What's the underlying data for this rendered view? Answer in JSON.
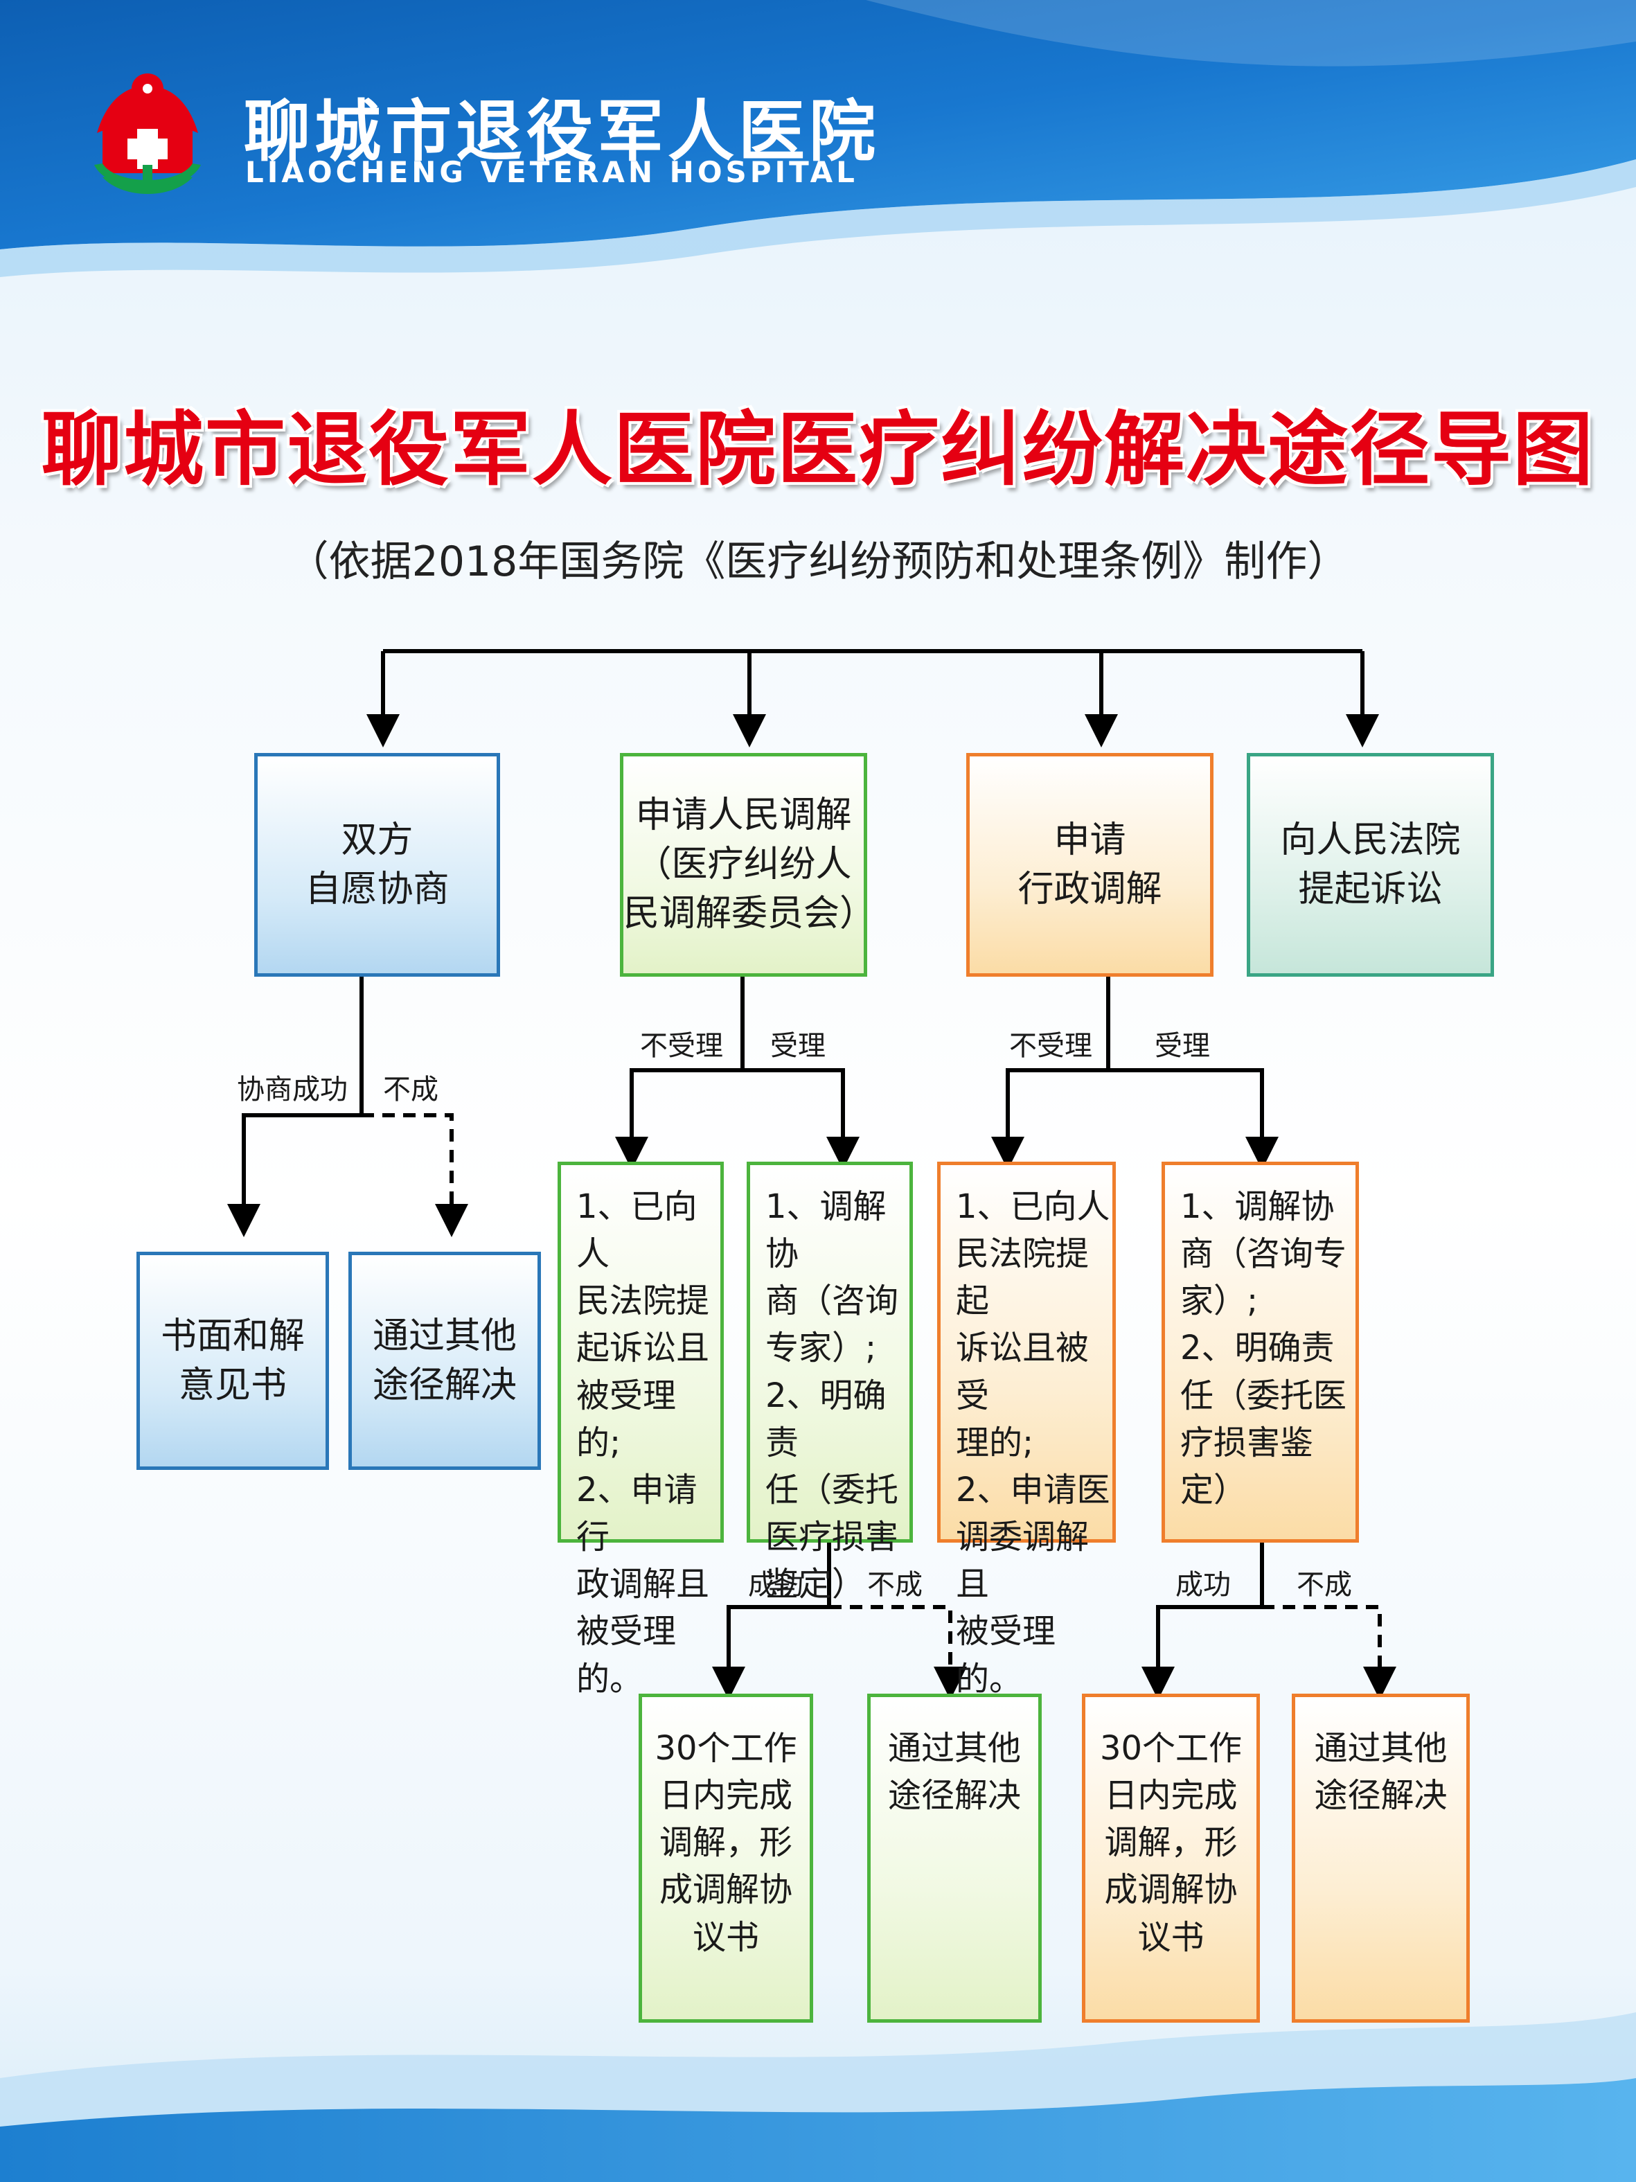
{
  "header": {
    "hospital_cn": "聊城市退役军人医院",
    "hospital_en": "LIAOCHENG VETERAN HOSPITAL"
  },
  "title": "聊城市退役军人医院医疗纠纷解决途径导图",
  "subtitle": "（依据2018年国务院《医疗纠纷预防和处理条例》制作）",
  "colors": {
    "title_red": "#e50012",
    "blue": "#2a77b8",
    "green": "#4cb43d",
    "orange": "#ef7e2c",
    "teal": "#3aa585"
  },
  "boxes": {
    "negotiate": "双方\n自愿协商",
    "people_mediation": "申请人民调解\n（医疗纠纷人\n民调解委员会）",
    "admin_mediation": "申请\n行政调解",
    "court": "向人民法院\n提起诉讼",
    "written_agreement": "书面和解\n意见书",
    "other_1": "通过其他\n途径解决",
    "pm_reject": "1、已向人\n民法院提\n起诉讼且\n被受理的;\n2、申请行\n政调解且\n被受理的。",
    "pm_accept": "1、调解协\n商（咨询\n专家）;\n2、明确责\n任（委托\n医疗损害\n鉴定）",
    "am_reject": "1、已向人\n民法院提起\n诉讼且被受\n理的;\n2、申请医\n调委调解且\n被受理的。",
    "am_accept": "1、调解协\n商（咨询专\n家）;\n2、明确责\n任（委托医\n疗损害鉴定）",
    "pm_success": "30个工作\n日内完成\n调解，形\n成调解协\n议书",
    "pm_other": "通过其他\n途径解决",
    "am_success": "30个工作\n日内完成\n调解，形\n成调解协\n议书",
    "am_other": "通过其他\n途径解决"
  },
  "labels": {
    "neg_success": "协商成功",
    "neg_fail": "不成",
    "pm_not_accepted": "不受理",
    "pm_accepted": "受理",
    "am_not_accepted": "不受理",
    "am_accepted": "受理",
    "pm_success": "成功",
    "pm_fail": "不成",
    "am_success": "成功",
    "am_fail": "不成"
  }
}
